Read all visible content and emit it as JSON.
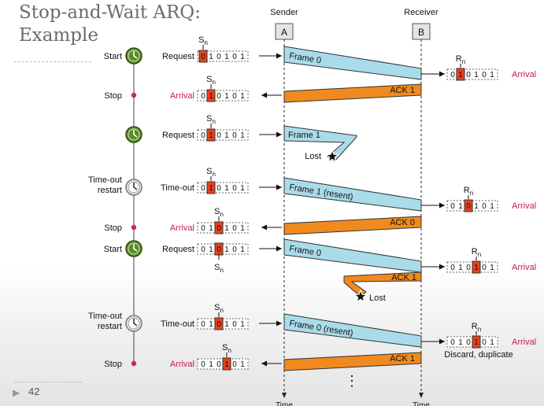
{
  "slide": {
    "title_line1": "Stop-and-Wait ARQ:",
    "title_line2": "Example",
    "page_number": "42"
  },
  "colors": {
    "frame": "#a9dcea",
    "ack": "#f08a1f",
    "bit_highlight": "#e8411e",
    "arrival_text": "#c2185b",
    "clock_green": "#5a8a2a"
  },
  "stations": {
    "sender_title": "Sender",
    "sender_id": "A",
    "receiver_title": "Receiver",
    "receiver_id": "B",
    "time_label": "Time",
    "ellipsis": "⋮"
  },
  "sequence_register": {
    "bits": [
      "0",
      "1",
      "0",
      "1",
      "0",
      "1"
    ],
    "sn_label": "S",
    "rn_label": "R",
    "subscript": "n"
  },
  "events": [
    {
      "timeline": "Start",
      "sender_label": "Request",
      "sender_active": 0,
      "frame": "Frame 0",
      "receiver_active": 1,
      "receiver_label": "Arrival"
    },
    {
      "timeline": "Stop",
      "sender_label": "Arrival",
      "sender_active": 1,
      "ack": "ACK 1"
    },
    {
      "timeline": "",
      "sender_label": "Request",
      "sender_active": 1,
      "frame": "Frame 1",
      "lost_label": "Lost"
    },
    {
      "timeline": "Time-out restart",
      "sender_label": "Time-out",
      "sender_active": 1,
      "frame": "Frame 1 (resent)",
      "receiver_active": 2,
      "receiver_label": "Arrival"
    },
    {
      "timeline": "Stop",
      "sender_label": "Arrival",
      "sender_active": 2,
      "ack": "ACK 0"
    },
    {
      "timeline": "Start",
      "sender_label": "Request",
      "sender_active": 2,
      "frame": "Frame 0",
      "receiver_active": 3,
      "receiver_label": "Arrival"
    },
    {
      "ack": "ACK 1",
      "lost_label": "Lost"
    },
    {
      "timeline": "Time-out restart",
      "sender_label": "Time-out",
      "sender_active": 2,
      "frame": "Frame 0 (resent)",
      "receiver_active": 3,
      "receiver_label": "Arrival",
      "receiver_note": "Discard, duplicate"
    },
    {
      "timeline": "Stop",
      "sender_label": "Arrival",
      "sender_active": 3,
      "ack": "ACK 1"
    }
  ]
}
